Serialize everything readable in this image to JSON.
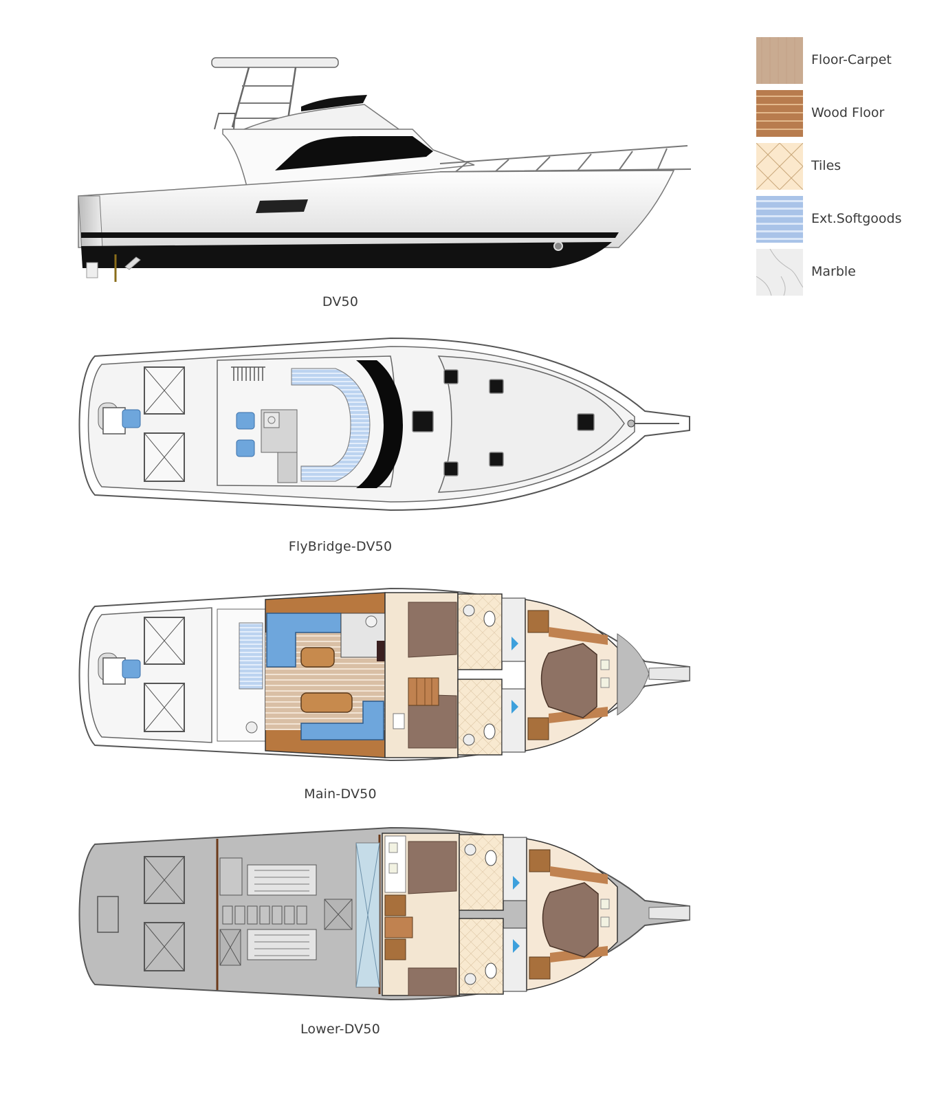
{
  "profile": {
    "caption": "DV50",
    "view": "side-profile"
  },
  "decks": [
    {
      "id": "flybridge",
      "caption": "FlyBridge-DV50"
    },
    {
      "id": "main",
      "caption": "Main-DV50"
    },
    {
      "id": "lower",
      "caption": "Lower-DV50"
    }
  ],
  "legend": {
    "items": [
      {
        "label": "Floor-Carpet",
        "swatch": "floor-carpet",
        "color": "#c9ab91"
      },
      {
        "label": "Wood Floor",
        "swatch": "wood-floor",
        "color": "#b87c4e"
      },
      {
        "label": "Tiles",
        "swatch": "tiles",
        "color": "#fbe8cc"
      },
      {
        "label": "Ext.Softgoods",
        "swatch": "ext-softgoods",
        "color": "#a9c3e8"
      },
      {
        "label": "Marble",
        "swatch": "marble",
        "color": "#eeeeee"
      }
    ]
  },
  "colors": {
    "hull_white": "#f4f4f4",
    "hull_black": "#111111",
    "outline": "#555555",
    "deck_gray": "#bdbdbd",
    "upholstery_blue": "#6ea6dc",
    "wood": "#b8783f",
    "bed_brown": "#8e7264",
    "tile_cream": "#f8e9d0",
    "glass_blue": "#c5dce8"
  }
}
